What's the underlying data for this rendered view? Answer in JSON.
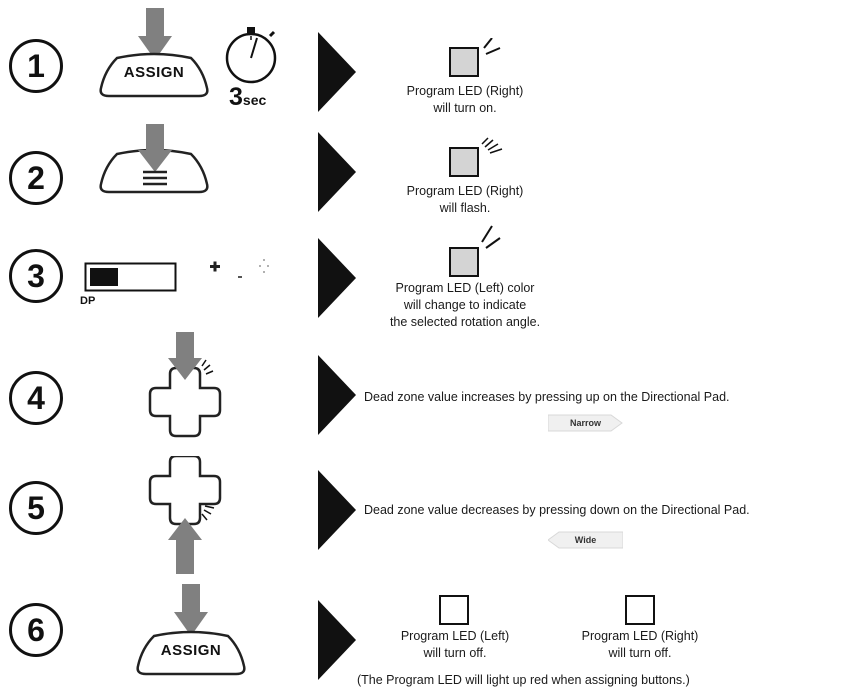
{
  "steps": [
    {
      "number": "1",
      "button_label": "ASSIGN",
      "timer_text": "3",
      "timer_unit": "sec",
      "result": [
        "Program LED (Right)",
        "will turn on."
      ]
    },
    {
      "number": "2",
      "result": [
        "Program LED (Right)",
        "will flash."
      ]
    },
    {
      "number": "3",
      "switch_label": "DP",
      "result": [
        "Program LED (Left) color",
        "will change to indicate",
        "the selected rotation angle."
      ]
    },
    {
      "number": "4",
      "result": [
        "Dead zone value increases by pressing up on the Directional Pad."
      ],
      "pill_label": "Narrow"
    },
    {
      "number": "5",
      "result": [
        "Dead zone value decreases by pressing down on the Directional Pad."
      ],
      "pill_label": "Wide"
    },
    {
      "number": "6",
      "button_label": "ASSIGN",
      "left_led": [
        "Program LED (Left)",
        "will turn off."
      ],
      "right_led": [
        "Program LED (Right)",
        "will turn off."
      ],
      "note": "(The Program LED will light up red when assigning buttons.)"
    }
  ],
  "colors": {
    "arrow_gray": "#808080",
    "led_fill": "#d4d4d4",
    "text": "#1a1a1a"
  }
}
